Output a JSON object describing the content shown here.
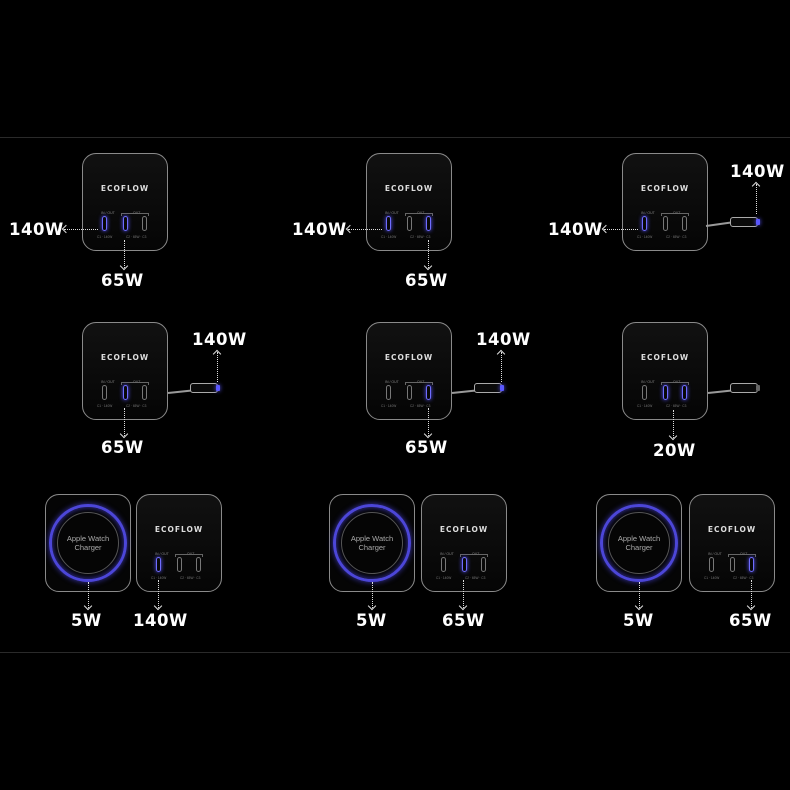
{
  "brand": "ECOFLOW",
  "port_labels": {
    "left_top": "IN / OUT",
    "mid_top": "OUT",
    "left_bottom": "C1 · 140W",
    "mid_bottom": "C2 · 65W · C3"
  },
  "watch_label_line1": "Apple Watch",
  "watch_label_line2": "Charger",
  "labels": {
    "r1c1_left": "140W",
    "r1c1_bottom": "65W",
    "r1c2_left": "140W",
    "r1c2_bottom": "65W",
    "r1c3_left": "140W",
    "r1c3_top": "140W",
    "r2c1_top": "140W",
    "r2c1_bottom": "65W",
    "r2c2_top": "140W",
    "r2c2_bottom": "65W",
    "r2c3_bottom": "20W",
    "r3c1_watch": "5W",
    "r3c1_charger": "140W",
    "r3c2_watch": "5W",
    "r3c2_charger": "65W",
    "r3c3_watch": "5W",
    "r3c3_charger": "65W"
  },
  "colors": {
    "background": "#000000",
    "accent": "#5a57ff",
    "outline": "#8a8a8a",
    "text": "#ffffff"
  }
}
